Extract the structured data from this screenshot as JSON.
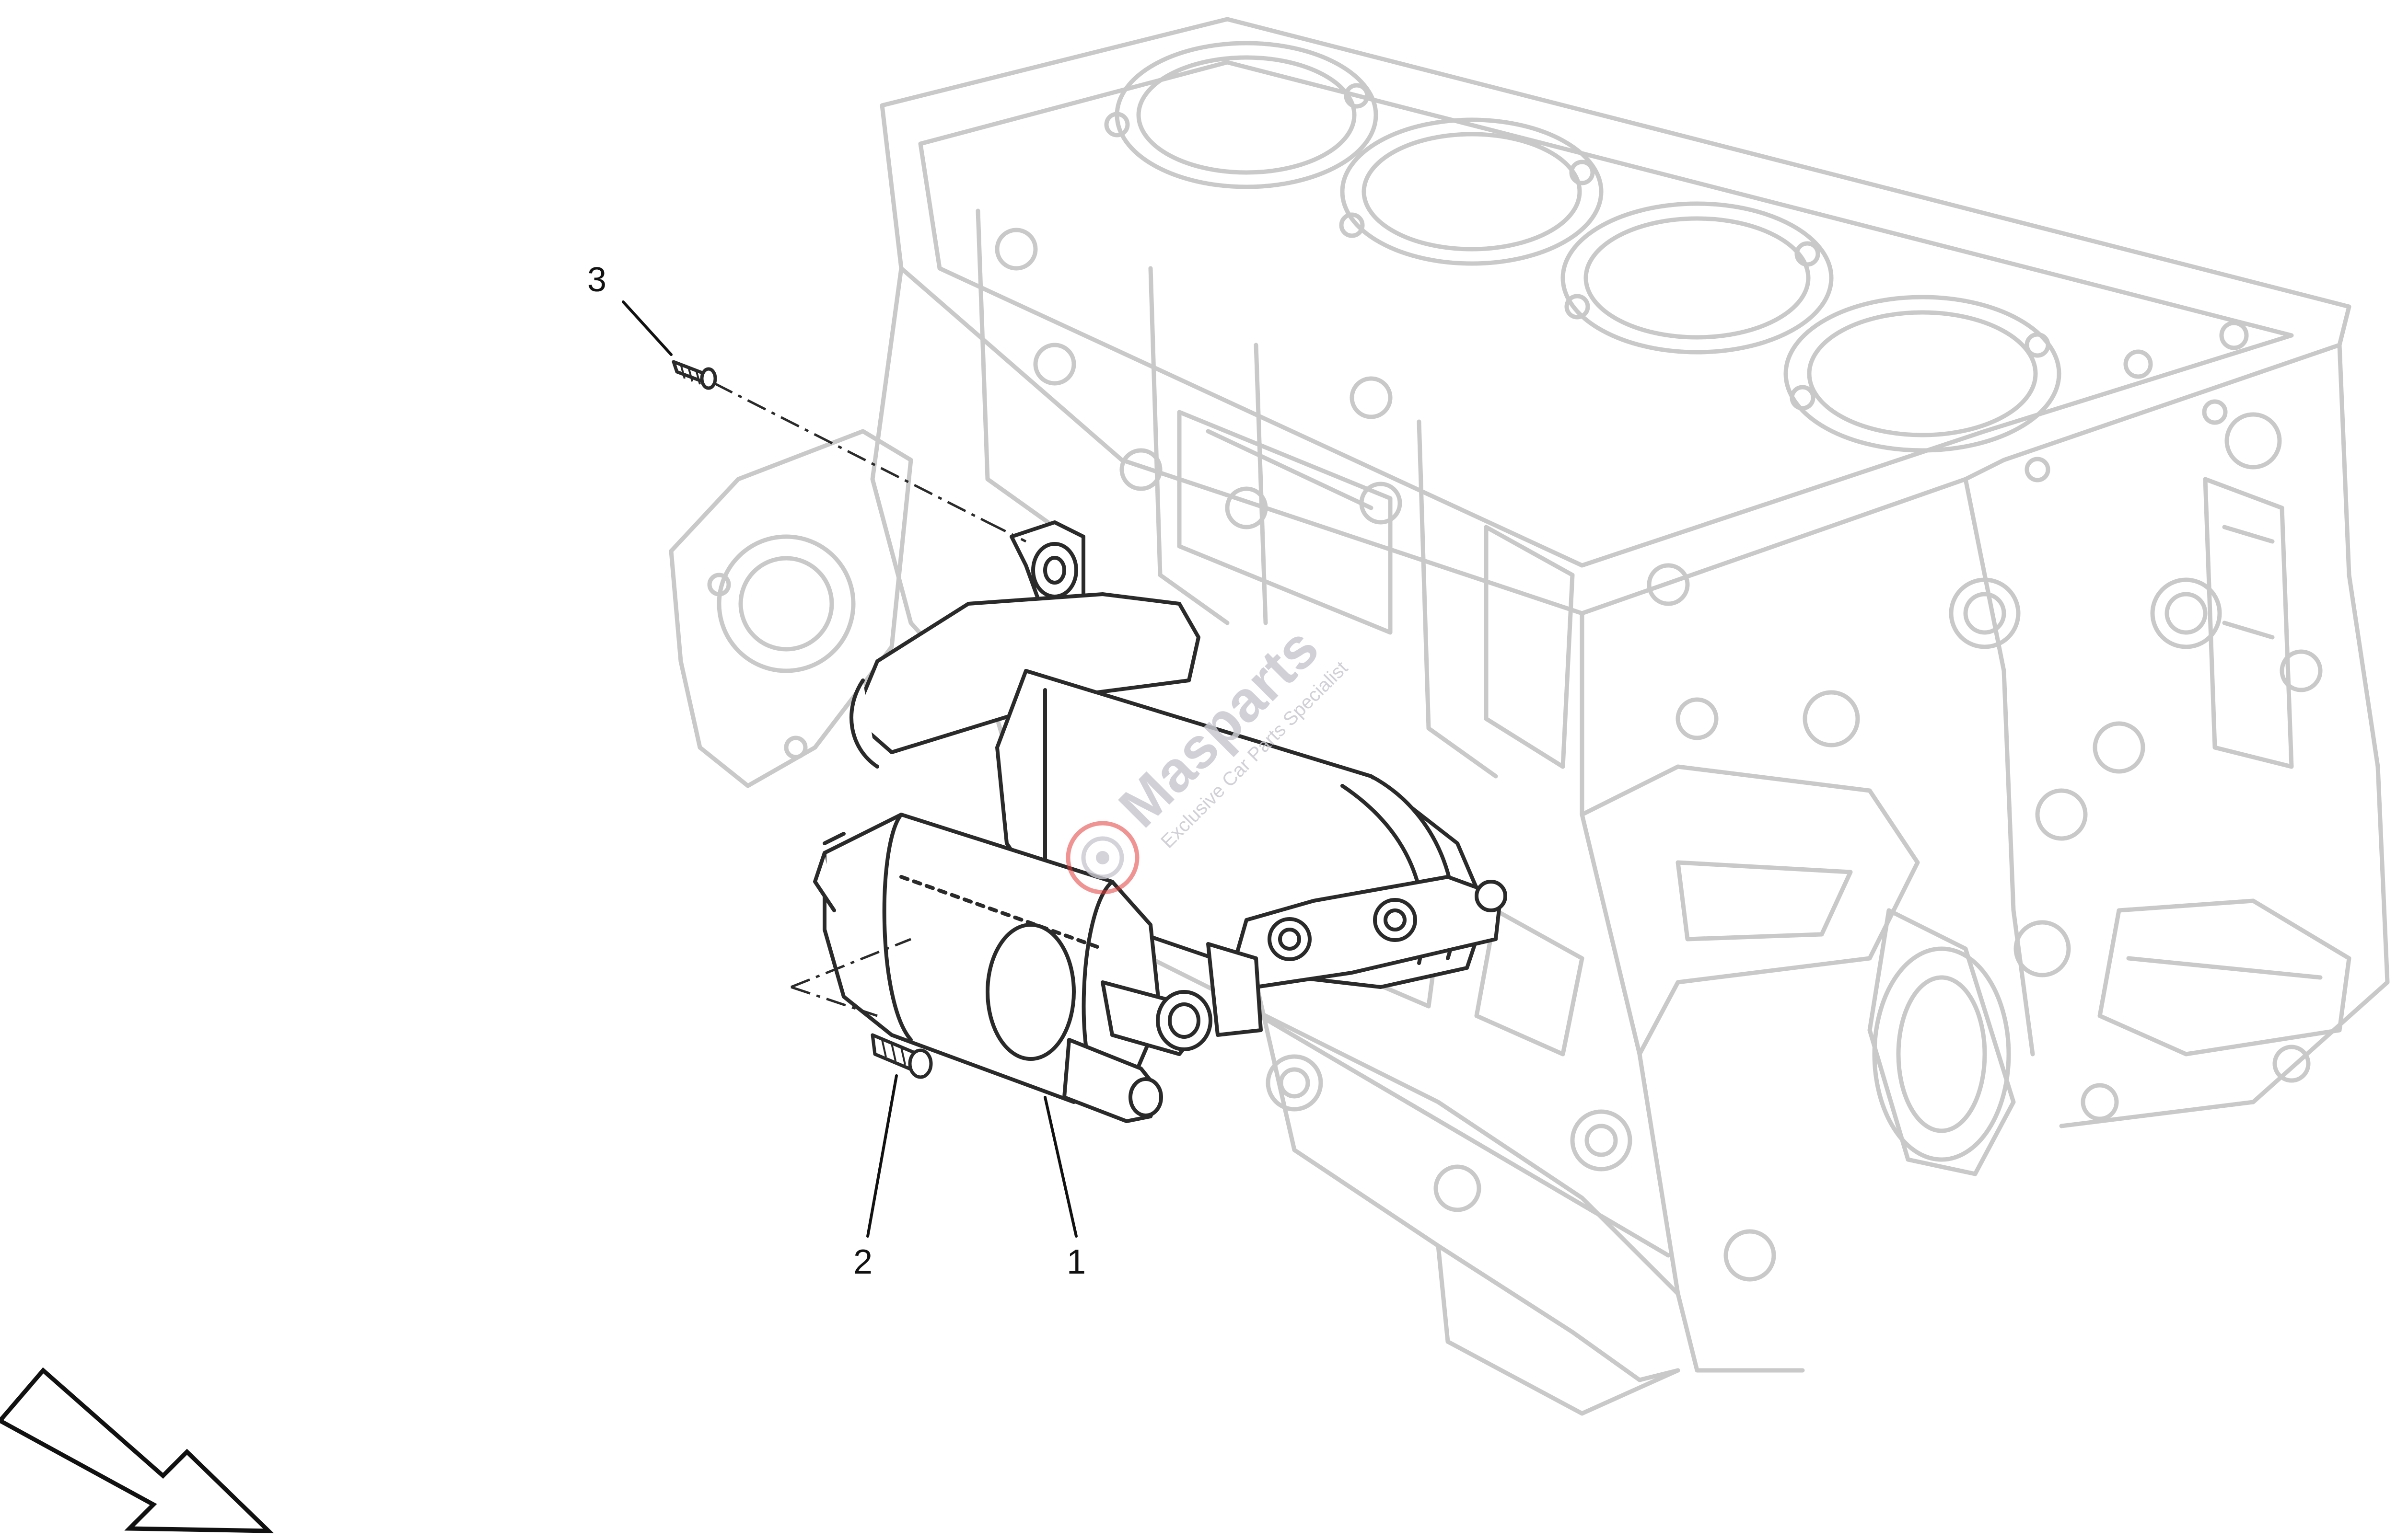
{
  "callouts": [
    {
      "label": "3",
      "part": "bolt"
    },
    {
      "label": "2",
      "part": "bolt"
    },
    {
      "label": "1",
      "part": "starter motor"
    }
  ],
  "watermark": {
    "title": "Masparts",
    "subtitle": "Exclusive Car Parts Specialist",
    "color": "#c8c8d0",
    "accent": "#e23b3b"
  },
  "direction_arrow": {
    "icon": "direction-arrow-icon"
  },
  "colors": {
    "block_stroke": "#c9c9c9",
    "starter_stroke": "#2a2a2a",
    "leader_stroke": "#111111"
  }
}
